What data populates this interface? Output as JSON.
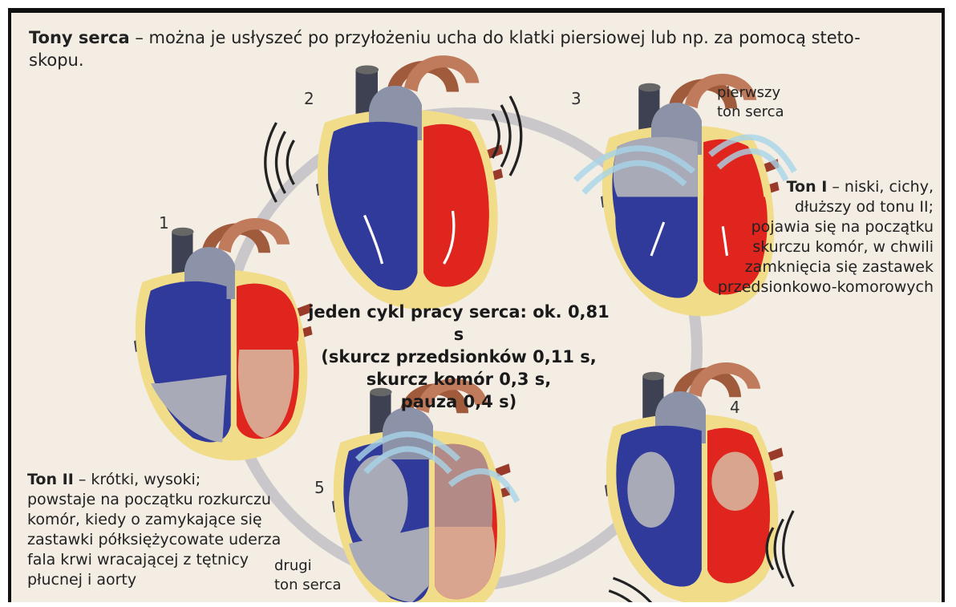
{
  "header": {
    "title_bold": "Tony serca",
    "title_rest": " – można je usłyszeć po przyłożeniu ucha do klatki piersiowej lub np. za pomocą steto-",
    "title_line2": "skopu."
  },
  "stages": [
    {
      "number": "1"
    },
    {
      "number": "2"
    },
    {
      "number": "3"
    },
    {
      "number": "4"
    },
    {
      "number": "5"
    }
  ],
  "labels": {
    "first_sound_line1": "pierwszy",
    "first_sound_line2": "ton serca",
    "second_sound_line1": "drugi",
    "second_sound_line2": "ton serca"
  },
  "cycle": {
    "line1": "jeden cykl pracy serca: ok. 0,81 s",
    "line2": "(skurcz przedsionków 0,11 s,",
    "line3": "skurcz komór 0,3 s,",
    "line4": "pauza 0,4 s)"
  },
  "ton1": {
    "bold": "Ton I",
    "line1_rest": " – niski, cichy,",
    "line2": "dłuższy od tonu II;",
    "line3": "pojawia się na początku",
    "line4": "skurczu komór, w chwili",
    "line5": "zamknięcia się zastawek",
    "line6": "przedsionkowo-komorowych"
  },
  "ton2": {
    "bold": "Ton II",
    "line1_rest": " – krótki, wysoki;",
    "line2": "powstaje na początku rozkurczu",
    "line3": "komór, kiedy o zamykające się",
    "line4": "zastawki półksiężycowate uderza",
    "line5": "fala krwi wracającej z tętnicy",
    "line6": "płucnej i aorty"
  },
  "colors": {
    "deoxygenated": "#2f3a9a",
    "oxygenated": "#e0241e",
    "muscle": "#f1dc8a",
    "grey_chamber": "#a9aab8",
    "artery_brown": "#a05a3c",
    "cycle_ring": "#c9c7c9"
  }
}
